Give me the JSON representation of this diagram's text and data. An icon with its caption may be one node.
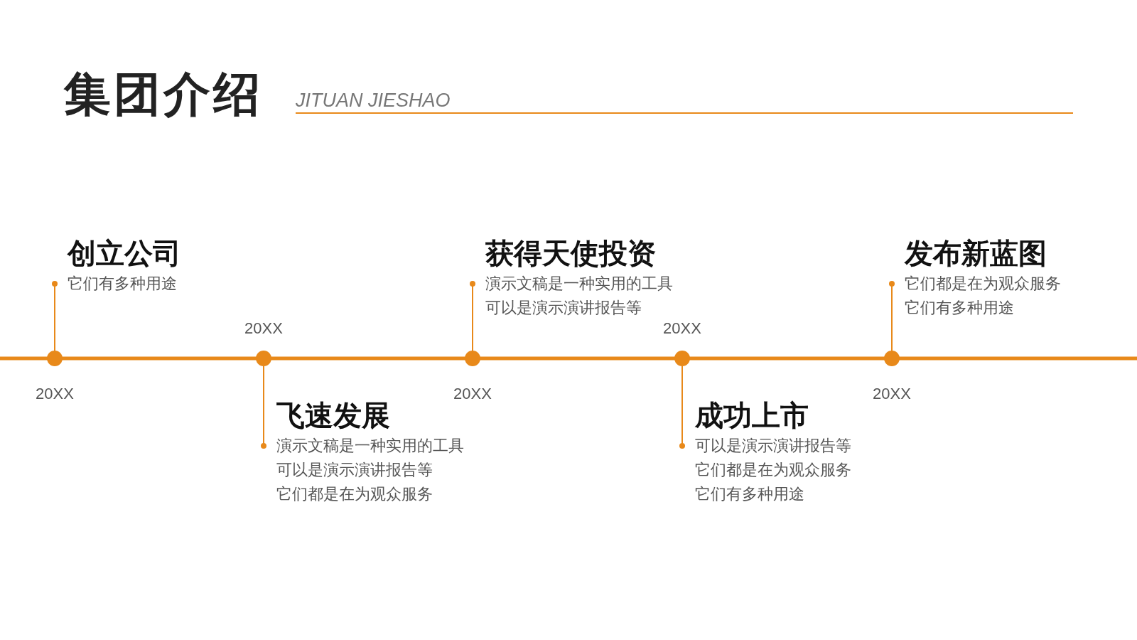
{
  "diagram": {
    "title": "集团介绍",
    "nodes": [
      {
        "text": [
          "创立公司",
          "它们有多种用途"
        ]
      },
      {
        "text": [
          "飞速发展",
          "演示文稿是一种实用的工具",
          "可以是演示演讲报告等",
          "它们都是在为观众服务"
        ]
      },
      {
        "text": [
          "获得天使投资",
          "演示文稿是一种实用的工具",
          "可以是演示演讲报告等"
        ]
      },
      {
        "text": [
          "成功上市",
          "可以是演示演讲报告等",
          "它们都是在为观众服务",
          "它们有多种用途"
        ]
      },
      {
        "text": [
          "发布新蓝图",
          "它们都是在为观众服务",
          "它们有多种用途"
        ]
      },
      {
        "text": [],
        "shape": "circle"
      },
      {
        "text": [],
        "shape": "circle"
      },
      {
        "text": [],
        "shape": "circle"
      },
      {
        "text": [],
        "shape": "circle"
      },
      {
        "text": [],
        "shape": "circle"
      }
    ],
    "edges": [
      {
        "from": 5,
        "to": 0,
        "arrow": "other"
      },
      {
        "from": 6,
        "to": 1,
        "arrow": "other"
      },
      {
        "from": 7,
        "to": 2,
        "arrow": "other"
      },
      {
        "from": 8,
        "to": 3,
        "arrow": "other"
      },
      {
        "from": 9,
        "to": 4,
        "arrow": "other"
      }
    ],
    "labels": [
      "JITUAN JIESHAO",
      "20XX",
      "20XX",
      "20XX",
      "20XX",
      "20XX"
    ]
  }
}
